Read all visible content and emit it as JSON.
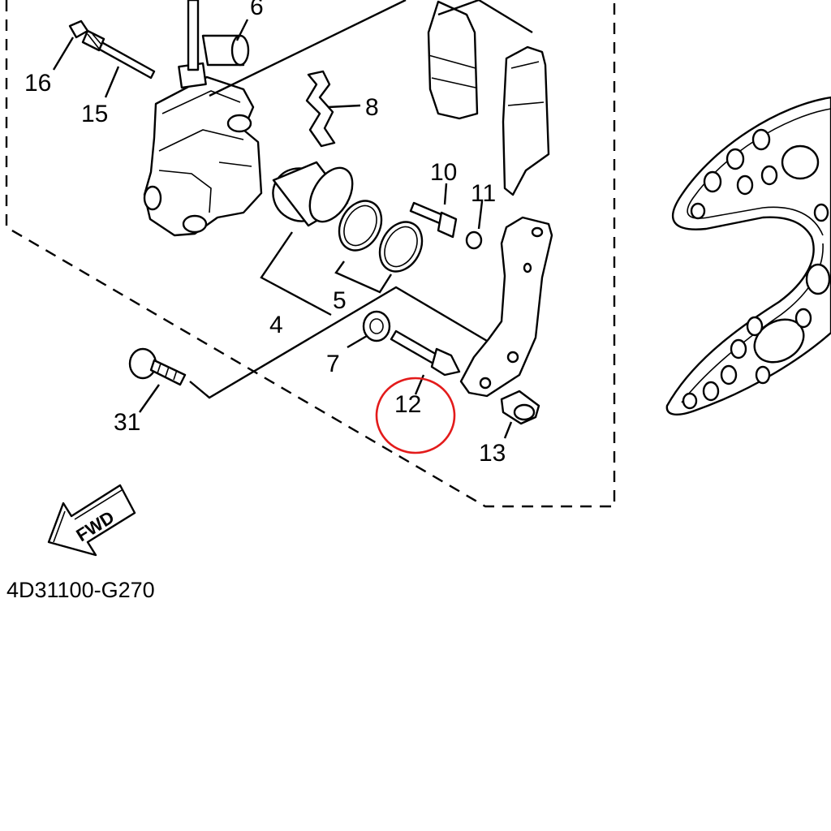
{
  "labels": {
    "p4": "4",
    "p5": "5",
    "p6": "6",
    "p7": "7",
    "p8": "8",
    "p10": "10",
    "p11": "11",
    "p12": "12",
    "p13": "13",
    "p15": "15",
    "p16": "16",
    "p31": "31"
  },
  "direction_arrow": "FWD",
  "diagram_code": "4D31100-G270",
  "highlight": {
    "part": "12",
    "color": "#e31b1b"
  }
}
